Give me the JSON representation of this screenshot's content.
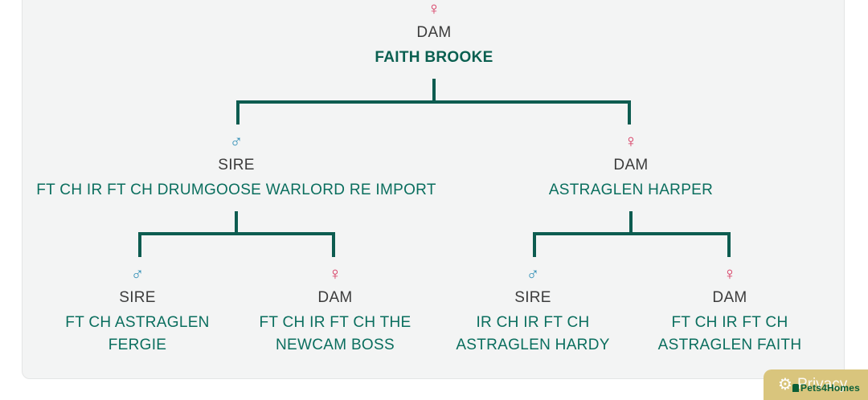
{
  "pedigree": {
    "root": {
      "symbol": "♀",
      "gender": "female",
      "role": "DAM",
      "name": "FAITH BROOKE"
    },
    "parents": [
      {
        "symbol": "♂",
        "gender": "male",
        "role": "SIRE",
        "name": "FT CH IR FT CH DRUMGOOSE WARLORD RE IMPORT"
      },
      {
        "symbol": "♀",
        "gender": "female",
        "role": "DAM",
        "name": "ASTRAGLEN HARPER"
      }
    ],
    "grandparents": [
      {
        "symbol": "♂",
        "gender": "male",
        "role": "SIRE",
        "name_lines": [
          "FT CH ASTRAGLEN",
          "FERGIE"
        ]
      },
      {
        "symbol": "♀",
        "gender": "female",
        "role": "DAM",
        "name_lines": [
          "FT CH IR FT CH THE",
          "NEWCAM BOSS"
        ]
      },
      {
        "symbol": "♂",
        "gender": "male",
        "role": "SIRE",
        "name_lines": [
          "IR CH IR FT CH",
          "ASTRAGLEN HARDY"
        ]
      },
      {
        "symbol": "♀",
        "gender": "female",
        "role": "DAM",
        "name_lines": [
          "FT CH IR FT CH",
          "ASTRAGLEN FAITH"
        ]
      }
    ]
  },
  "privacy_button": {
    "icon": "gear-icon",
    "label": "Privacy"
  },
  "brand": {
    "label": "Pets4Homes"
  },
  "colors": {
    "connector": "#0d5c50",
    "female": "#d6325b",
    "male": "#2e8db5",
    "name": "#0a6e5e"
  }
}
